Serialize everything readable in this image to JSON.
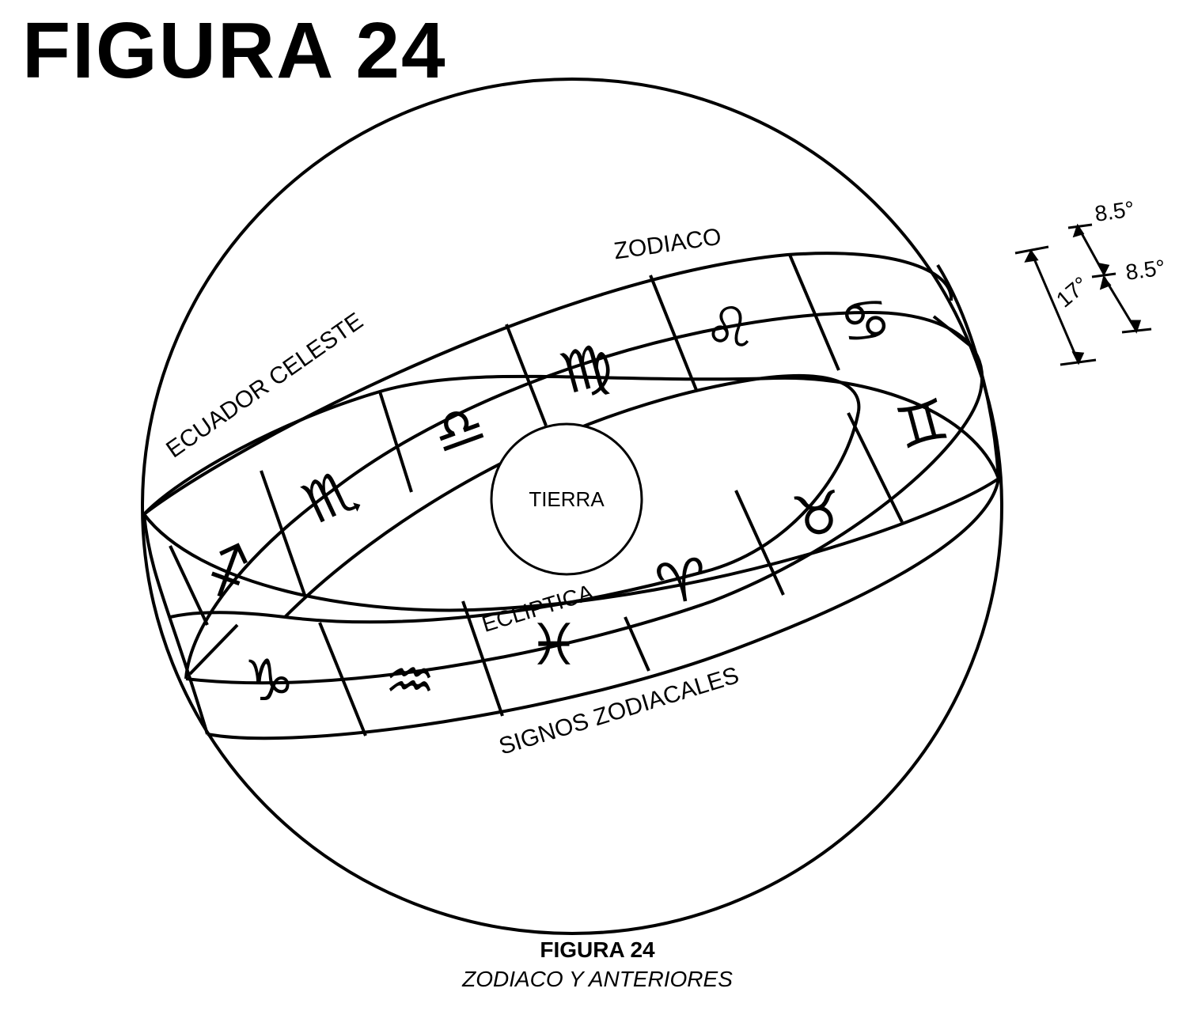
{
  "title": "FIGURA  24",
  "labels": {
    "zodiaco": "ZODIACO",
    "ecuador_celeste": "ECUADOR CELESTE",
    "tierra": "TIERRA",
    "ecliptica": "ECLIPTICA",
    "signos_zodiacales": "SIGNOS ZODIACALES"
  },
  "measure": {
    "top": "8.5°",
    "bottom": "8.5°",
    "total": "17°"
  },
  "zodiac_symbols": [
    "♋",
    "♌",
    "♍",
    "♎",
    "♏",
    "♐",
    "♑",
    "♒",
    "♓",
    "♈",
    "♉",
    "♊"
  ],
  "caption": {
    "number": "FIGURA 24",
    "subtitle": "ZODIACO Y ANTERIORES"
  },
  "colors": {
    "ink": "#000000",
    "paper": "#ffffff"
  }
}
